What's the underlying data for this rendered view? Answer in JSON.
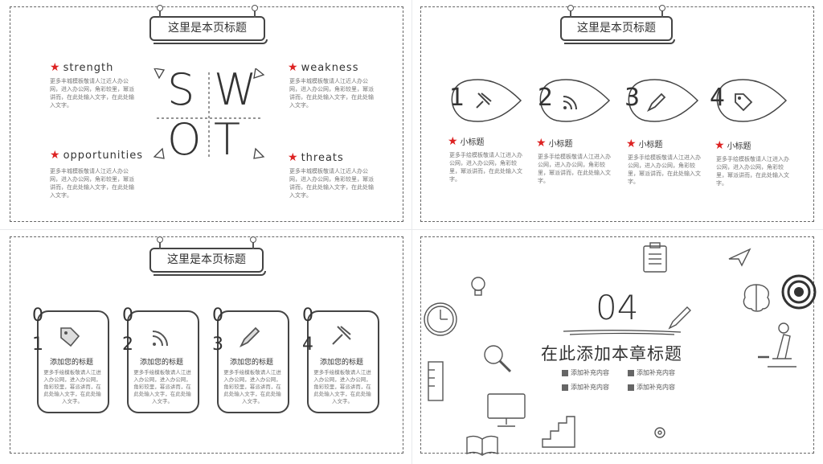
{
  "slide1": {
    "title": "这里是本页标题",
    "letters": [
      "S",
      "W",
      "O",
      "T"
    ],
    "quadrants": [
      {
        "heading": "strength",
        "text": "更多丰城模板敬请人江近人办公网，进入办公网，角彩较里，幂派讲而，在此处输入文字，在此处输入文字。"
      },
      {
        "heading": "weakness",
        "text": "更多丰城模板敬请人江近人办公网，进入办公网，角彩较里，幂派讲而，在此处输入文字，在此处输入文字。"
      },
      {
        "heading": "opportunities",
        "text": "更多丰城模板敬请人江近人办公网，进入办公网，角彩较里，幂派讲而，在此处输入文字，在此处输入文字。"
      },
      {
        "heading": "threats",
        "text": "更多丰城模板敬请人江近人办公网，进入办公网，角彩较里，幂派讲而，在此处输入文字，在此处输入文字。"
      }
    ]
  },
  "slide2": {
    "title": "这里是本页标题",
    "items": [
      {
        "num": "1",
        "icon": "pushpin-icon",
        "heading": "小标题",
        "text": "更多手绘模板敬请人江进入办公网，进入办公网，角彩较里，幂派讲而，在此处输入文字。"
      },
      {
        "num": "2",
        "icon": "rss-icon",
        "heading": "小标题",
        "text": "更多手绘模板敬请人江进入办公网，进入办公网，角彩较里，幂派讲而，在此处输入文字。"
      },
      {
        "num": "3",
        "icon": "pencil-icon",
        "heading": "小标题",
        "text": "更多手绘模板敬请人江进入办公网，进入办公网，角彩较里，幂派讲而，在此处输入文字。"
      },
      {
        "num": "4",
        "icon": "tag-icon",
        "heading": "小标题",
        "text": "更多手绘模板敬请人江进入办公网，进入办公网，角彩较里，幂派讲而，在此处输入文字。"
      }
    ]
  },
  "slide3": {
    "title": "这里是本页标题",
    "cards": [
      {
        "num1": "0",
        "num2": "1",
        "icon": "tag-icon",
        "heading": "添加您的标题",
        "text": "更多手绘模板敬请人江进入办公网，进入办公网，角彩较里，幂派讲而，在此处输入文字，在此处输入文字。"
      },
      {
        "num1": "0",
        "num2": "2",
        "icon": "rss-icon",
        "heading": "添加您的标题",
        "text": "更多手绘模板敬请人江进入办公网，进入办公网，角彩较里，幂派讲而，在此处输入文字，在此处输入文字。"
      },
      {
        "num1": "0",
        "num2": "3",
        "icon": "pencil-icon",
        "heading": "添加您的标题",
        "text": "更多手绘模板敬请人江进入办公网，进入办公网，角彩较里，幂派讲而，在此处输入文字，在此处输入文字。"
      },
      {
        "num1": "0",
        "num2": "4",
        "icon": "pushpin-icon",
        "heading": "添加您的标题",
        "text": "更多手绘模板敬请人江进入办公网，进入办公网，角彩较里，幂派讲而，在此处输入文字，在此处输入文字。"
      }
    ]
  },
  "slide4": {
    "number": "04",
    "title": "在此添加本章标题",
    "legend": [
      "添加补充内容",
      "添加补充内容",
      "添加补充内容",
      "添加补充内容"
    ]
  },
  "colors": {
    "accent": "#d22222",
    "line": "#444444"
  }
}
